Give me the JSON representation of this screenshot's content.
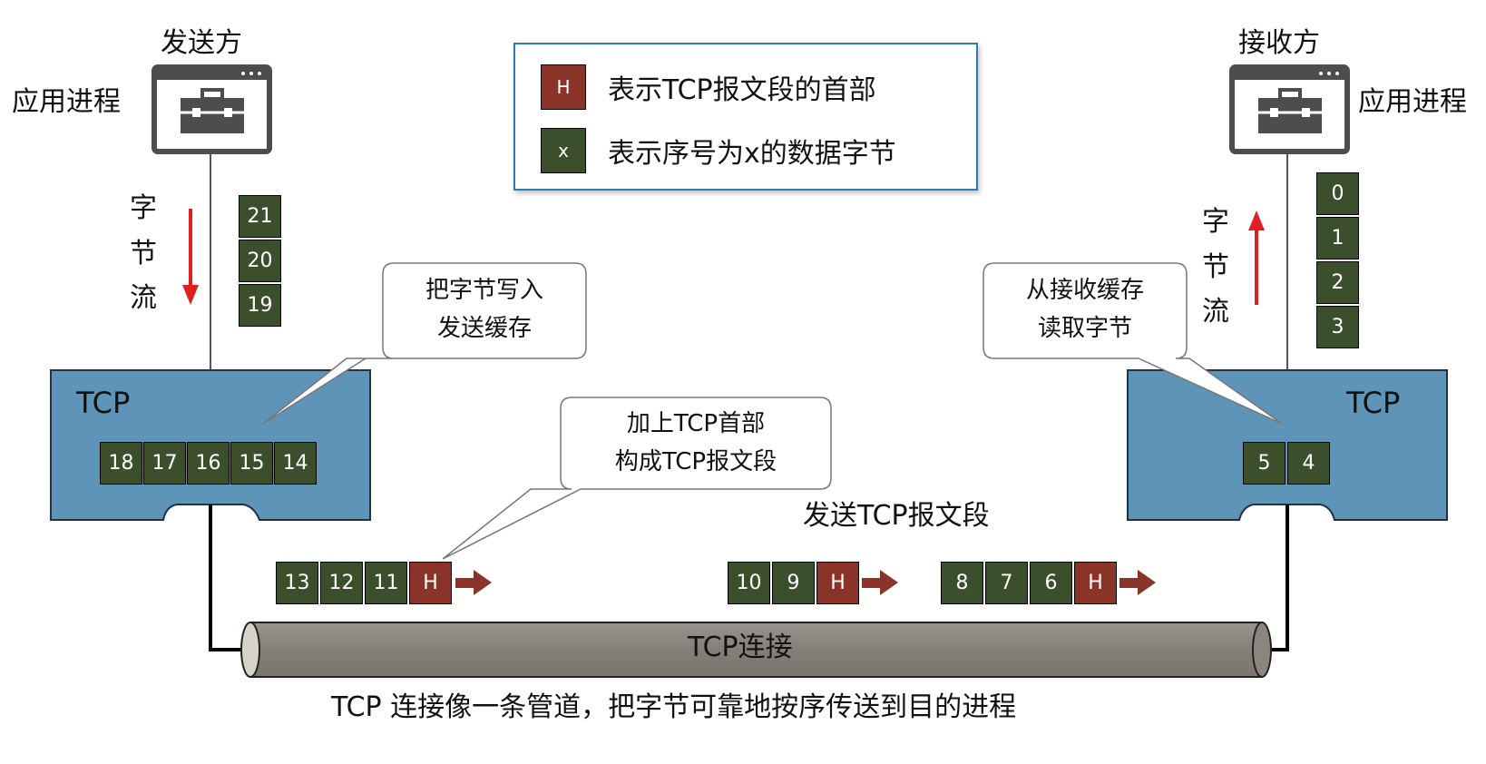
{
  "colors": {
    "data_byte": "#3c4f2d",
    "header": "#8a3328",
    "tcp_box": "#5e94b7",
    "pipe": "#8b8580",
    "legend_border": "#2d7db3",
    "flow_arrow": "#e02020"
  },
  "sender": {
    "title": "发送方",
    "process_label": "应用进程",
    "app_icon": "toolbox-window-icon",
    "stream_label": [
      "字",
      "节",
      "流"
    ],
    "queued_bytes": [
      "21",
      "20",
      "19"
    ],
    "tcp_label": "TCP",
    "buffer_bytes": [
      "18",
      "17",
      "16",
      "15",
      "14"
    ],
    "callout": [
      "把字节写入",
      "发送缓存"
    ]
  },
  "receiver": {
    "title": "接收方",
    "process_label": "应用进程",
    "app_icon": "toolbox-window-icon",
    "stream_label": [
      "字",
      "节",
      "流"
    ],
    "read_bytes": [
      "0",
      "1",
      "2",
      "3"
    ],
    "tcp_label": "TCP",
    "buffer_bytes": [
      "5",
      "4"
    ],
    "callout": [
      "从接收缓存",
      "读取字节"
    ]
  },
  "legend": {
    "header_symbol": "H",
    "header_text": "表示TCP报文段的首部",
    "byte_symbol": "x",
    "byte_text": "表示序号为x的数据字节"
  },
  "segments": [
    {
      "bytes": [
        "13",
        "12",
        "11"
      ],
      "header": "H"
    },
    {
      "bytes": [
        "10",
        "9"
      ],
      "header": "H"
    },
    {
      "bytes": [
        "8",
        "7",
        "6"
      ],
      "header": "H"
    }
  ],
  "segment_callout": [
    "加上TCP首部",
    "构成TCP报文段"
  ],
  "send_label": "发送TCP报文段",
  "connection_label": "TCP连接",
  "caption": "TCP 连接像一条管道，把字节可靠地按序传送到目的进程"
}
